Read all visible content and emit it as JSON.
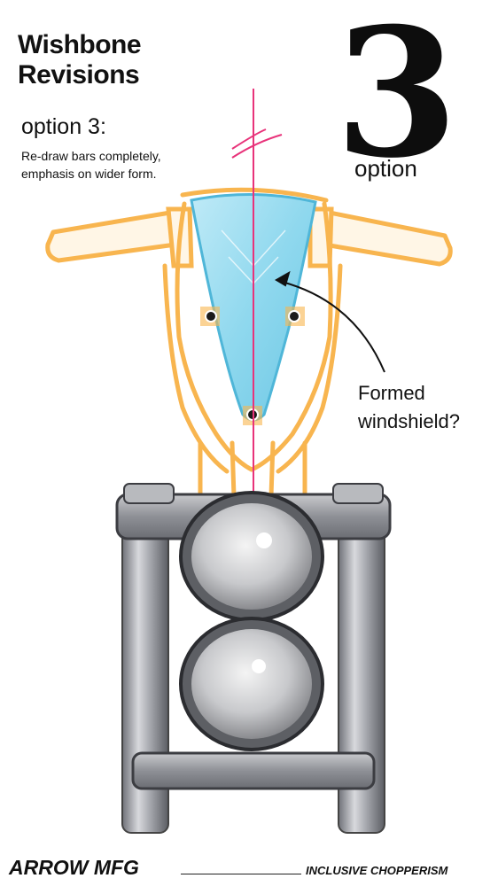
{
  "heading": "Wishbone Revisions",
  "option_title": "option 3:",
  "description": "Re-draw bars completely, emphasis on wider form.",
  "option_number": "3",
  "option_word": "option",
  "annotation": "Formed windshield?",
  "brand": "ARROW MFG",
  "tagline": "INCLUSIVE CHOPPERISM",
  "colors": {
    "bars": "#f8b54f",
    "windshield": "#8fd8ee",
    "centerline": "#e8337a",
    "chrome": "#9a9ca4"
  }
}
